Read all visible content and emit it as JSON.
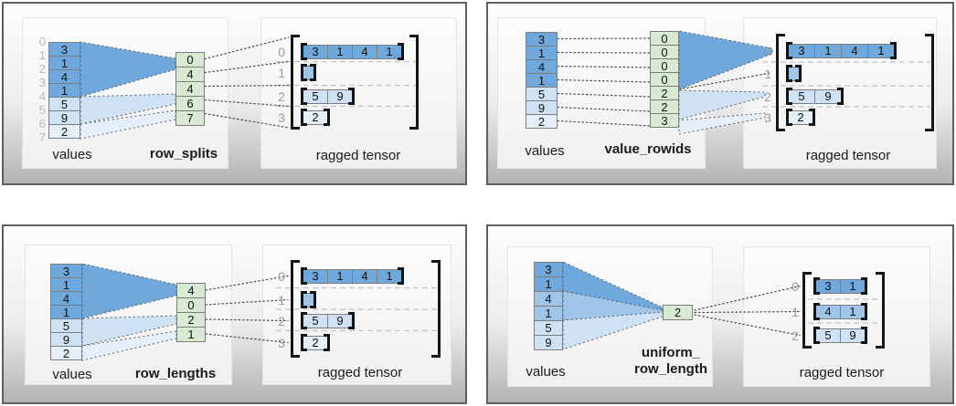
{
  "colors": {
    "cell_blue_dark": "#6fa8dc",
    "cell_blue_medium": "#9fc5e8",
    "cell_blue_light": "#cfe2f3",
    "cell_blue_faint": "#e5effa",
    "cell_green": "#d9ead3"
  },
  "panels": [
    {
      "name": "row_splits",
      "values_label": "values",
      "param_label": "row_splits",
      "tensor_label": "ragged tensor",
      "value_indices": [
        "0",
        "1",
        "2",
        "3",
        "4",
        "5",
        "6",
        "7"
      ],
      "values": [
        "3",
        "1",
        "4",
        "1",
        "5",
        "9",
        "2"
      ],
      "param_cells": [
        "0",
        "4",
        "4",
        "6",
        "7"
      ],
      "tensor_row_labels": [
        "0",
        "1",
        "2",
        "3"
      ],
      "tensor_rows": [
        [
          "3",
          "1",
          "4",
          "1"
        ],
        [],
        [
          "5",
          "9"
        ],
        [
          "2"
        ]
      ]
    },
    {
      "name": "value_rowids",
      "values_label": "values",
      "param_label": "value_rowids",
      "tensor_label": "ragged tensor",
      "values": [
        "3",
        "1",
        "4",
        "1",
        "5",
        "9",
        "2"
      ],
      "param_cells": [
        "0",
        "0",
        "0",
        "0",
        "2",
        "2",
        "3"
      ],
      "tensor_row_labels": [
        "0",
        "1",
        "2",
        "3"
      ],
      "tensor_rows": [
        [
          "3",
          "1",
          "4",
          "1"
        ],
        [],
        [
          "5",
          "9"
        ],
        [
          "2"
        ]
      ]
    },
    {
      "name": "row_lengths",
      "values_label": "values",
      "param_label": "row_lengths",
      "tensor_label": "ragged tensor",
      "values": [
        "3",
        "1",
        "4",
        "1",
        "5",
        "9",
        "2"
      ],
      "param_cells": [
        "4",
        "0",
        "2",
        "1"
      ],
      "tensor_row_labels": [
        "0",
        "1",
        "2",
        "3"
      ],
      "tensor_rows": [
        [
          "3",
          "1",
          "4",
          "1"
        ],
        [],
        [
          "5",
          "9"
        ],
        [
          "2"
        ]
      ]
    },
    {
      "name": "uniform_row_length",
      "values_label": "values",
      "param_label_line1": "uniform_",
      "param_label_line2": "row_length",
      "tensor_label": "ragged tensor",
      "values": [
        "3",
        "1",
        "4",
        "1",
        "5",
        "9"
      ],
      "param_cells": [
        "2"
      ],
      "tensor_row_labels": [
        "0",
        "1",
        "2"
      ],
      "tensor_rows": [
        [
          "3",
          "1"
        ],
        [
          "4",
          "1"
        ],
        [
          "5",
          "9"
        ]
      ]
    }
  ]
}
